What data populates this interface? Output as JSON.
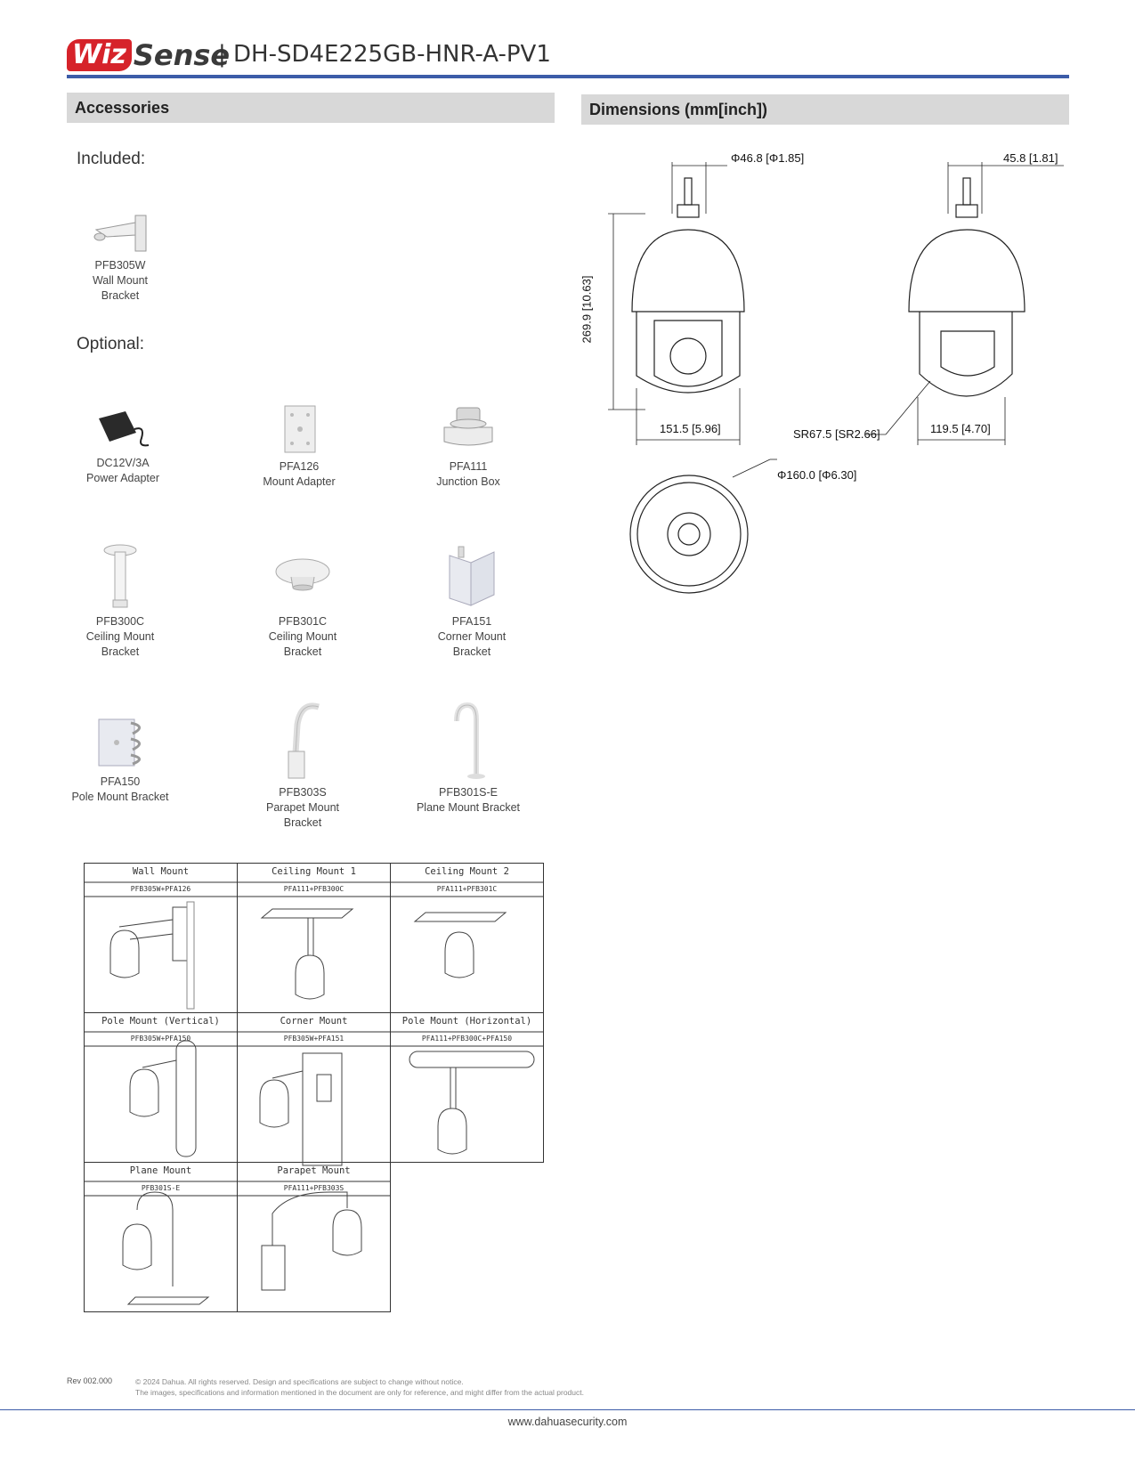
{
  "header": {
    "logo_wiz": "Wiz",
    "logo_sense": "Sense",
    "model": "| DH-SD4E225GB-HNR-A-PV1"
  },
  "accessories": {
    "title": "Accessories",
    "included_label": "Included:",
    "optional_label": "Optional:",
    "included": [
      {
        "line1": "PFB305W",
        "line2": "Wall Mount",
        "line3": "Bracket"
      }
    ],
    "optional": [
      {
        "line1": "DC12V/3A",
        "line2": "Power Adapter",
        "line3": ""
      },
      {
        "line1": "PFA126",
        "line2": "Mount Adapter",
        "line3": ""
      },
      {
        "line1": "PFA111",
        "line2": "Junction Box",
        "line3": ""
      },
      {
        "line1": "PFB300C",
        "line2": "Ceiling Mount",
        "line3": "Bracket"
      },
      {
        "line1": "PFB301C",
        "line2": "Ceiling Mount",
        "line3": "Bracket"
      },
      {
        "line1": "PFA151",
        "line2": "Corner Mount",
        "line3": "Bracket"
      },
      {
        "line1": "PFA150",
        "line2": "Pole Mount Bracket",
        "line3": ""
      },
      {
        "line1": "PFB303S",
        "line2": "Parapet Mount",
        "line3": "Bracket"
      },
      {
        "line1": "PFB301S-E",
        "line2": "Plane Mount Bracket",
        "line3": ""
      }
    ]
  },
  "mounts": [
    {
      "title": "Wall Mount",
      "code": "PFB305W+PFA126"
    },
    {
      "title": "Ceiling Mount 1",
      "code": "PFA111+PFB300C"
    },
    {
      "title": "Ceiling Mount 2",
      "code": "PFA111+PFB301C"
    },
    {
      "title": "Pole Mount (Vertical)",
      "code": "PFB305W+PFA150"
    },
    {
      "title": "Corner Mount",
      "code": "PFB305W+PFA151"
    },
    {
      "title": "Pole Mount (Horizontal)",
      "code": "PFA111+PFB300C+PFA150"
    },
    {
      "title": "Plane Mount",
      "code": "PFB301S-E"
    },
    {
      "title": "Parapet Mount",
      "code": "PFA111+PFB303S"
    }
  ],
  "dimensions": {
    "title": "Dimensions (mm[inch])",
    "top_left": "Φ46.8 [Φ1.85]",
    "top_right": "45.8 [1.81]",
    "height": "269.9 [10.63]",
    "width_front": "151.5 [5.96]",
    "radius": "SR67.5 [SR2.66]",
    "width_side": "119.5 [4.70]",
    "diameter": "Φ160.0 [Φ6.30]"
  },
  "footer": {
    "rev": "Rev 002.000",
    "legal1": "© 2024 Dahua. All rights reserved. Design and specifications are subject to change without notice.",
    "legal2": "The images, specifications and information mentioned in the document are only for reference, and might differ from the actual product.",
    "url": "www.dahuasecurity.com"
  }
}
